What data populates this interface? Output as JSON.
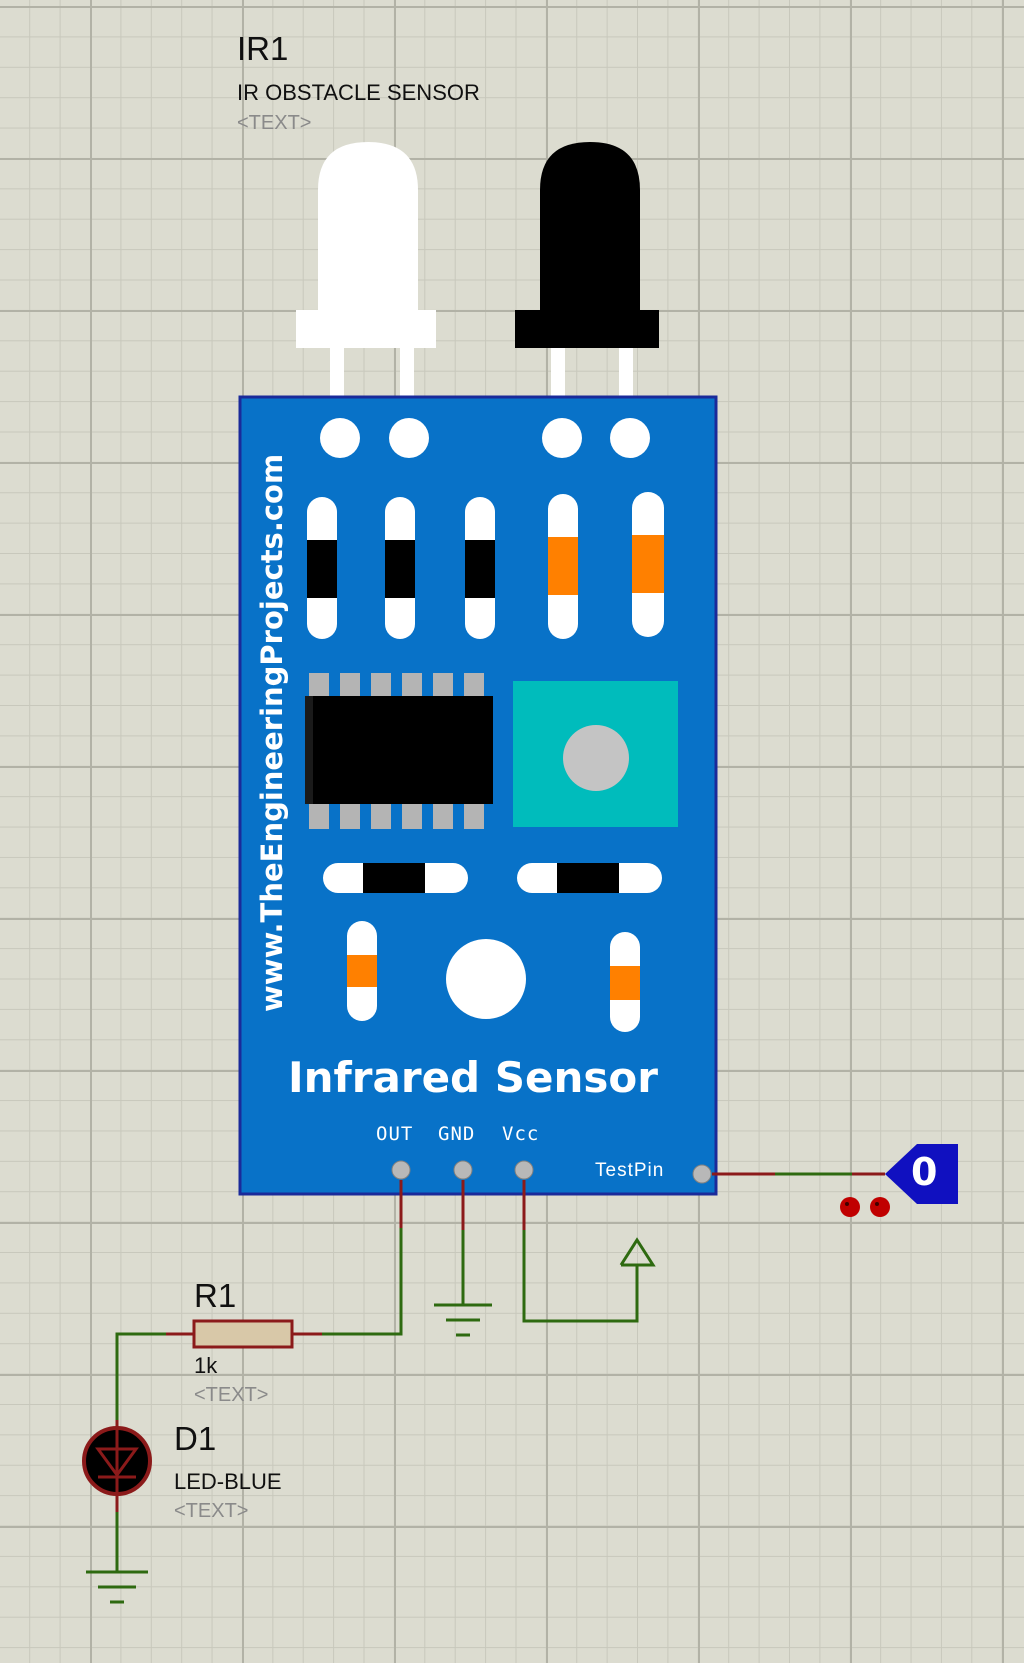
{
  "sensor": {
    "ref": "IR1",
    "value": "IR OBSTACLE SENSOR",
    "text_placeholder": "<TEXT>",
    "board_title": "Infrared Sensor",
    "website": "www.TheEngineeringProjects.com",
    "pins": {
      "out": "OUT",
      "gnd": "GND",
      "vcc": "Vcc",
      "test": "TestPin"
    }
  },
  "resistor": {
    "ref": "R1",
    "value": "1k",
    "text_placeholder": "<TEXT>"
  },
  "led": {
    "ref": "D1",
    "value": "LED-BLUE",
    "text_placeholder": "<TEXT>"
  },
  "probe": {
    "value": "0"
  },
  "colors": {
    "board": "#0872c8",
    "wire": "#2e6a10",
    "pin_stub": "#8b1a1a",
    "probe": "#1010c0",
    "pot": "#00bcbc",
    "orange_band": "#ff8000"
  }
}
